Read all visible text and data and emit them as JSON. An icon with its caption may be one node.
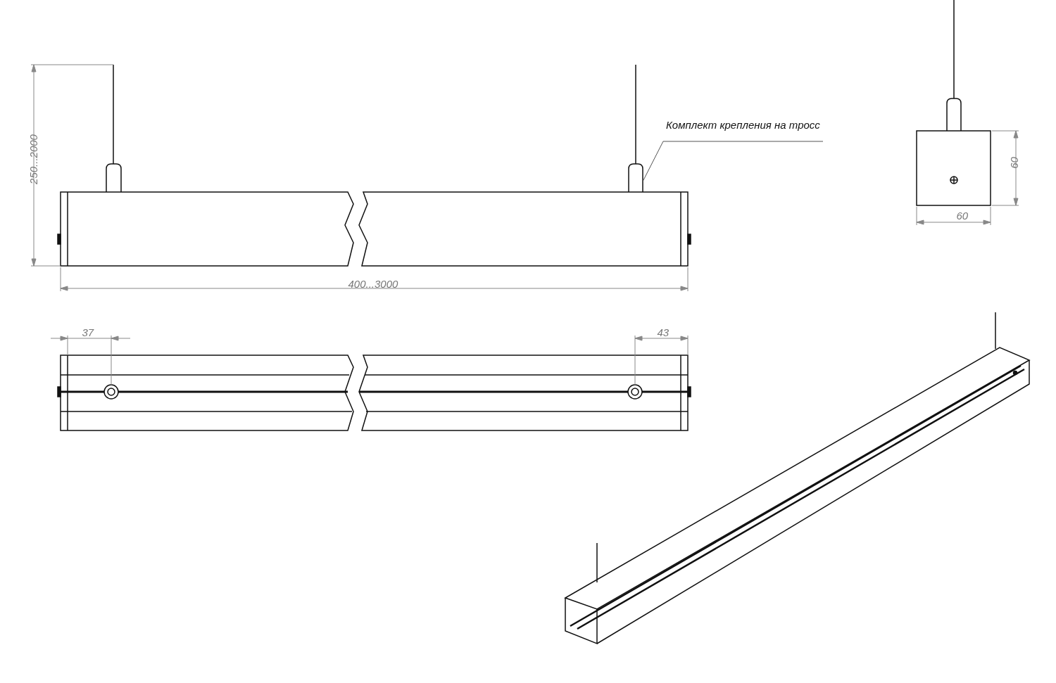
{
  "diagram": {
    "nodes": [
      {
        "text": [
          "Комплект крепления на тросс"
        ]
      },
      {
        "text": [],
        "shape": "picture"
      }
    ],
    "edges": [
      {
        "from": 0,
        "to": 1,
        "arrow": "none"
      }
    ],
    "labels": [
      "250...2000",
      "400...3000",
      "37",
      "43",
      "60",
      "60"
    ]
  }
}
